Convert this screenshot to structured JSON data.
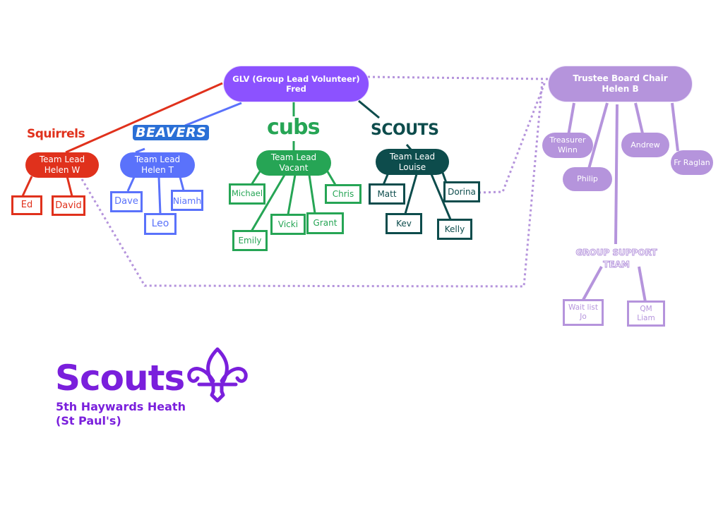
{
  "title": "5th Haywards Heath (St Paul's) Group Structure",
  "colors": {
    "glv": "#8c52ff",
    "trustee": "#b594dc",
    "squirrels": "#e0311c",
    "beavers": "#5a72fb",
    "cubs": "#26a555",
    "scouts": "#0d4c4c",
    "logo": "#7a1fdc"
  },
  "glv": {
    "line1": "GLV (Group Lead Volunteer)",
    "line2": "Fred"
  },
  "trustee_board": {
    "chair": {
      "line1": "Trustee Board Chair",
      "line2": "Helen B"
    },
    "members": [
      {
        "line1": "Treasurer",
        "line2": "Winn"
      },
      {
        "line1": "Philip"
      },
      {
        "line1": "Andrew"
      },
      {
        "line1": "Fr Raglan"
      }
    ]
  },
  "group_support": {
    "title_line1": "GROUP SUPPORT",
    "title_line2": "TEAM",
    "members": [
      {
        "line1": "Wait list",
        "line2": "Jo"
      },
      {
        "line1": "QM",
        "line2": "Liam"
      }
    ]
  },
  "sections": {
    "squirrels": {
      "name": "Squirrels",
      "lead_line1": "Team Lead",
      "lead_line2": "Helen W",
      "members": [
        "Ed",
        "David"
      ]
    },
    "beavers": {
      "name": "BEAVERS",
      "lead_line1": "Team Lead",
      "lead_line2": "Helen T",
      "members": [
        "Dave",
        "Leo",
        "Niamh"
      ]
    },
    "cubs": {
      "name": "cubs",
      "lead_line1": "Team Lead",
      "lead_line2": "Vacant",
      "members": [
        "Michael",
        "Emily",
        "Vicki",
        "Grant",
        "Chris"
      ]
    },
    "scouts": {
      "name": "SCOUTS",
      "lead_line1": "Team Lead",
      "lead_line2": "Louise",
      "members": [
        "Matt",
        "Kev",
        "Dorina",
        "Kelly"
      ]
    }
  },
  "logo": {
    "wordmark": "Scouts",
    "group_line1": "5th Haywards Heath",
    "group_line2": "(St Paul's)",
    "emblem": "fleur-de-lis-icon"
  }
}
